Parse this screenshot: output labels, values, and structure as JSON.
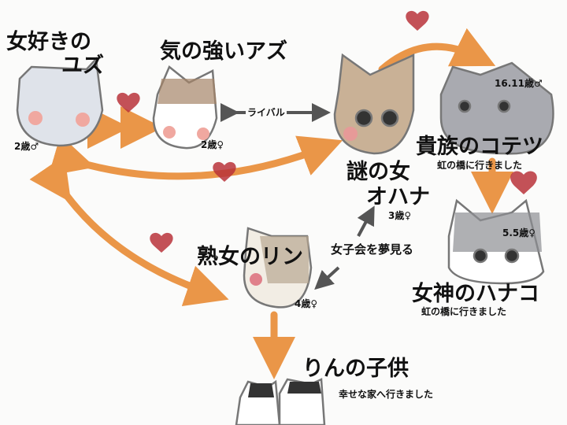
{
  "cats": [
    {
      "id": "yuzu",
      "name_line1": "女好きの",
      "name_line2": "ユズ",
      "age": "2歳♂"
    },
    {
      "id": "azu",
      "name": "気の強いアズ",
      "age": "2歳♀"
    },
    {
      "id": "ohana",
      "name_line1": "謎の女",
      "name_line2": "オハナ",
      "age": "3歳♀"
    },
    {
      "id": "kotetsu",
      "name": "貴族のコテツ",
      "note": "虹の橋に行きました",
      "age": "16.11歳♂"
    },
    {
      "id": "hanako",
      "name": "女神のハナコ",
      "note": "虹の橋に行きました",
      "age": "5.5歳♀"
    },
    {
      "id": "rin",
      "name": "熟女のリン",
      "age": "4歳♀"
    },
    {
      "id": "rin_kids",
      "name": "りんの子供",
      "note": "幸せな家へ行きました"
    }
  ],
  "relations": {
    "rival": "ライバル",
    "girls_party": "女子会を夢見る"
  },
  "colors": {
    "arrow": "#e8852a",
    "heart": "#b8323a",
    "gray_arrow": "#555555",
    "text": "#111111"
  }
}
